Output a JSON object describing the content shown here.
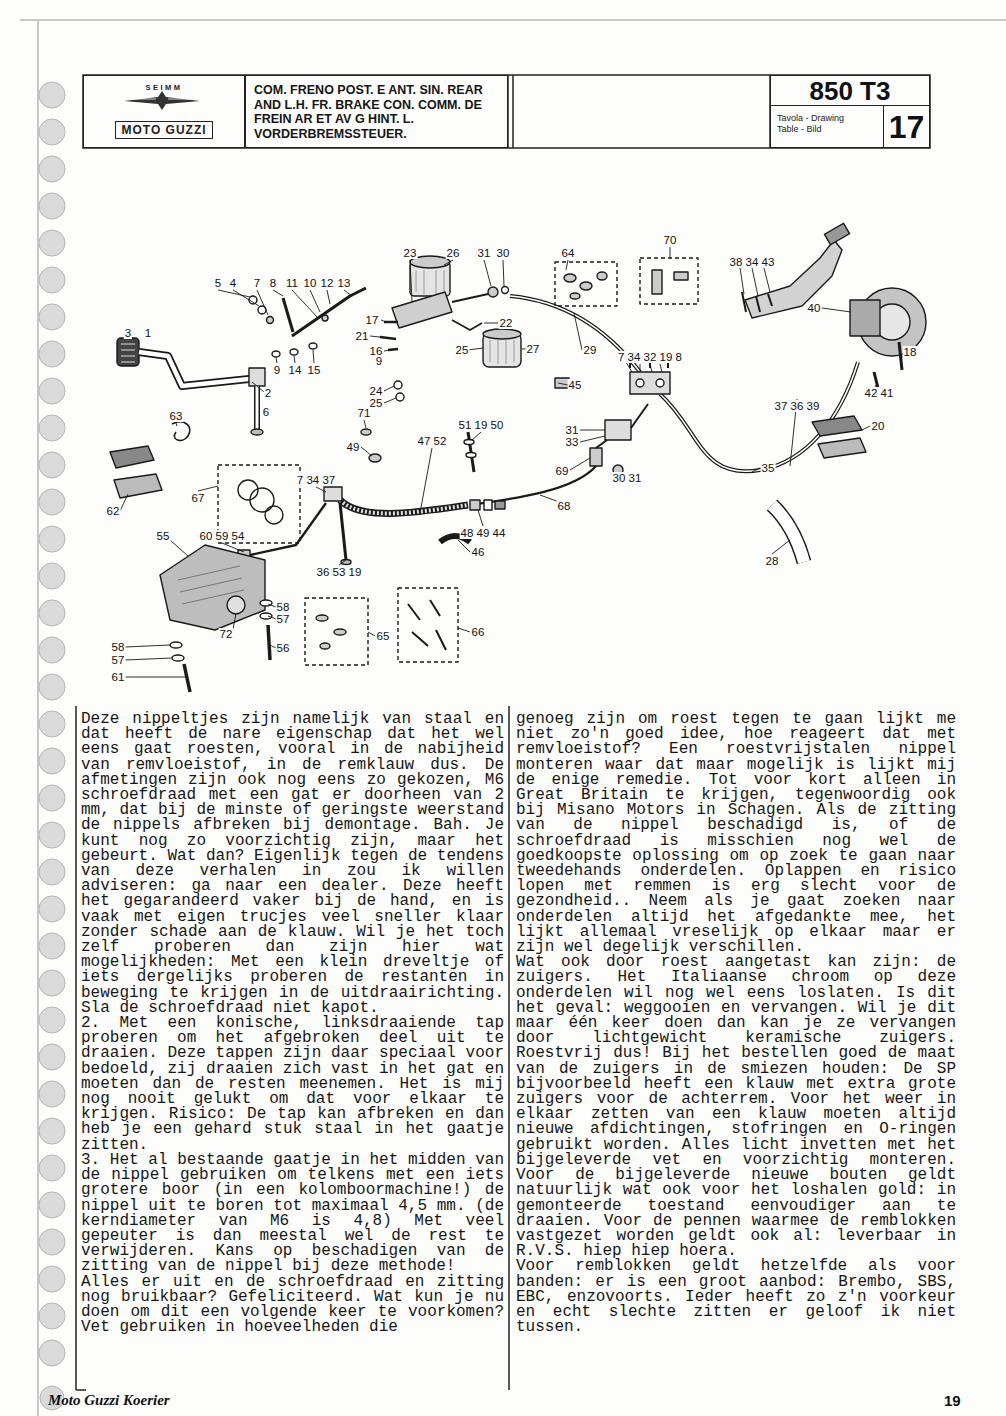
{
  "diagram": {
    "nodes": [
      {
        "text": [
          "SEIMM",
          "MOTO GUZZI"
        ]
      },
      {
        "text": [
          "COM. FRENO POST. E ANT. SIN. REAR AND L.H. FR. BRAKE CON. COMM. DE FREIN AR ET AV G HINT. L. VORDERBREMSSTEUER."
        ]
      },
      {
        "text": [
          "850 T3"
        ]
      },
      {
        "text": [
          "Tavola - Drawing Table - Bild"
        ]
      },
      {
        "text": [
          "17"
        ]
      }
    ],
    "labels": [
      "5",
      "4",
      "7",
      "8",
      "11",
      "10",
      "12",
      "13",
      "23",
      "26",
      "31",
      "30",
      "64",
      "70",
      "38 34 43",
      "3",
      "1",
      "17",
      "21",
      "22",
      "16",
      "25",
      "27",
      "29",
      "40",
      "9",
      "18",
      "9",
      "14",
      "15",
      "7 34 32 19 8",
      "2",
      "24",
      "25",
      "45",
      "42 41",
      "6",
      "71",
      "37 36 39",
      "63",
      "51 19 50",
      "20",
      "31",
      "49",
      "47 52",
      "33",
      "69",
      "30 31",
      "35",
      "7 34 37",
      "67",
      "68",
      "62",
      "48 49 44",
      "55",
      "60 59 54",
      "46",
      "28",
      "36 53 19",
      "58",
      "57",
      "65",
      "66",
      "72",
      "58",
      "56",
      "57",
      "61",
      "Deze nippeltjes zijn namelijk van staal en dat heeft de nare eigenschap dat het wel eens gaat roesten, vooral in de nabijheid van remvloeistof, in de remklauw dus. De afmetingen zijn ook nog eens zo gekozen, M6 schroefdraad met een gat er doorheen van 2 mm, dat bij de minste of geringste weerstand de nippels afbreken bij demontage. Bah. Je kunt nog zo voorzichtig zijn, maar het gebeurt. Wat dan? Eigenlijk tegen de tendens van deze verhalen in zou ik willen adviseren: ga naar een dealer. Deze heeft het gegarandeerd vaker bij de hand, en is vaak met eigen trucjes veel sneller klaar zonder schade aan de klauw. Wil je het toch zelf proberen dan zijn hier wat mogelijkheden: Met een klein dreveltje of iets dergelijks proberen de restanten in beweging te krijgen in de uitdraairichting. Sla de schroefdraad niet kapot.",
      "2. Met een konische, linksdraaiende tap proberen om het afgebroken deel uit te draaien. Deze tappen zijn daar speciaal voor bedoeld, zij draaien zich vast in het gat en moeten dan de resten meenemen. Het is mij nog nooit gelukt om dat voor elkaar te krijgen. Risico: De tap kan afbreken en dan heb je een gehard stuk staal in het gaatje zitten.",
      "3. Het al bestaande gaatje in het midden van de nippel gebruiken om telkens met een iets grotere boor (in een kolomboormachine!) de nippel uit te boren tot maximaal 4,5 mm. (de kerndiameter van M6 is 4,8) Met veel gepeuter is dan meestal wel de rest te verwijderen. Kans op beschadigen van de zitting van de nippel bij deze methode!",
      "Alles er uit en de schroefdraad en zitting nog bruikbaar? Gefeliciteerd. Wat kun je nu doen om dit een volgende keer te voorkomen? Vet gebruiken in hoeveelheden die",
      "genoeg zijn om roest tegen te gaan lijkt me niet zo'n goed idee, hoe reageert dat met remvloeistof? Een roestvrijstalen nippel monteren waar dat maar mogelijk is lijkt mij de enige remedie. Tot voor kort alleen in Great Britain te krijgen, tegenwoordig ook bij Misano Motors in Schagen. Als de zitting van de nippel beschadigd is, of de schroefdraad is misschien nog wel de goedkoopste oplossing om op zoek te gaan naar tweedehands onderdelen. Oplappen en risico lopen met remmen is erg slecht voor de gezondheid.. Neem als je gaat zoeken naar onderdelen altijd het afgedankte mee, het lijkt allemaal vreselijk op elkaar maar er zijn wel degelijk verschillen.",
      "Wat ook door roest aangetast kan zijn: de zuigers. Het Italiaanse chroom op deze onderdelen wil nog wel eens loslaten. Is dit het geval: weggooien en vervangen. Wil je dit maar één keer doen dan kan je ze vervangen door lichtgewicht keramische zuigers. Roestvrij dus! Bij het bestellen goed de maat van de zuigers in de smiezen houden: De SP bijvoorbeeld heeft een klauw met extra grote zuigers voor de achterrem. Voor het weer in elkaar zetten van een klauw moeten altijd nieuwe afdichtingen, stofringen en O-ringen gebruikt worden. Alles licht invetten met het bijgeleverde vet en voorzichtig monteren. Voor de bijgeleverde nieuwe bouten geldt natuurlijk wat ook voor het loshalen gold: in gemonteerde toestand eenvoudiger aan te draaien. Voor de pennen waarmee de remblokken vastgezet worden geldt ook al: leverbaar in R.V.S. hiep hiep hoera.",
      "Voor remblokken geldt hetzelfde als voor banden: er is een groot aanbod: Brembo, SBS, EBC, enzovoorts. Ieder heeft zo z'n voorkeur en echt slechte zitten er geloof ik niet tussen.",
      "Moto Guzzi Koerier",
      "19"
    ]
  }
}
